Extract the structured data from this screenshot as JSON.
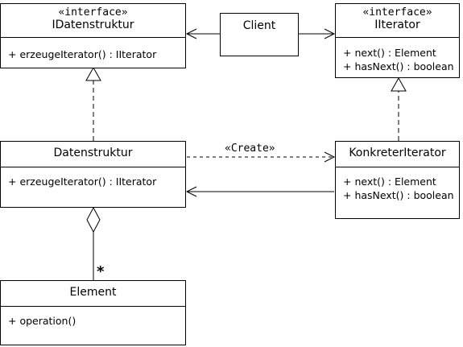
{
  "diagram": {
    "idatenstruktur": {
      "stereotype": "«interface»",
      "name": "IDatenstruktur",
      "operations": [
        "+ erzeugeIterator() : IIterator"
      ]
    },
    "client": {
      "name": "Client"
    },
    "iiterator": {
      "stereotype": "«interface»",
      "name": "IIterator",
      "operations": [
        "+ next() : Element",
        "+ hasNext() : boolean"
      ]
    },
    "datenstruktur": {
      "name": "Datenstruktur",
      "operations": [
        "+ erzeugeIterator() : IIterator"
      ]
    },
    "konkreteriterator": {
      "name": "KonkreterIterator",
      "operations": [
        "+ next() : Element",
        "+ hasNext() : boolean"
      ]
    },
    "element": {
      "name": "Element",
      "operations": [
        "+ operation()"
      ]
    },
    "create_label": "«Create»",
    "multiplicity": "*"
  }
}
